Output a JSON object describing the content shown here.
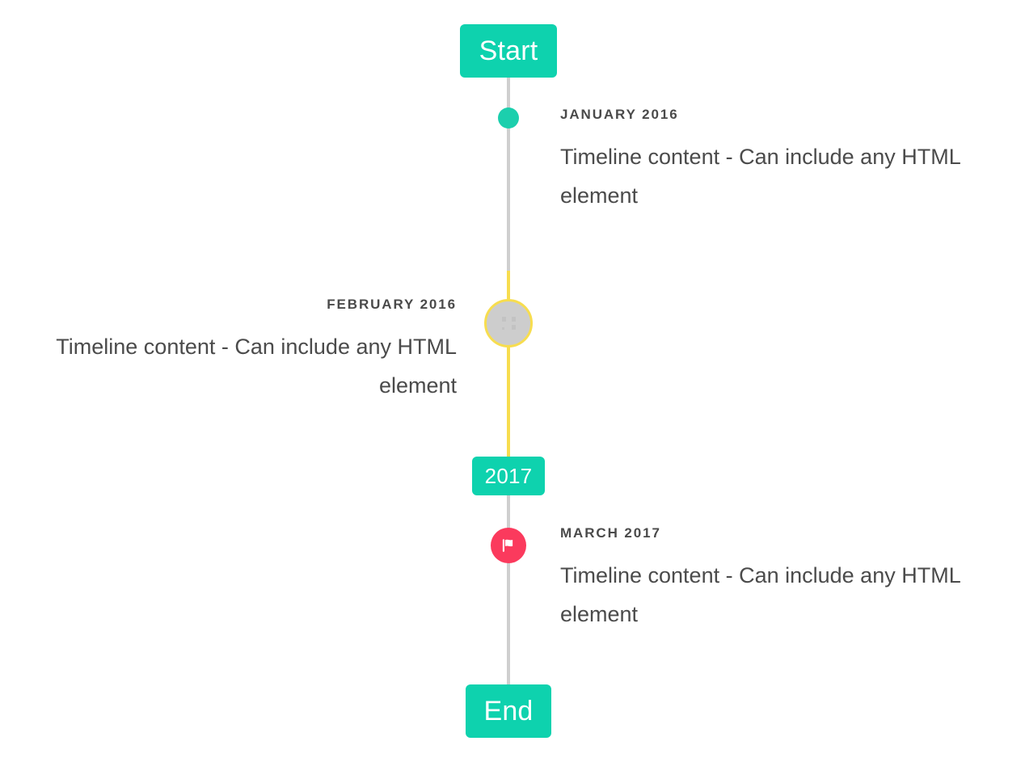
{
  "timeline": {
    "start_label": "Start",
    "end_label": "End",
    "year_label": "2017",
    "colors": {
      "accent": "#0ed2ae",
      "dot": "#1ccfad",
      "active_line": "#f7dd4f",
      "line": "#cfcfcf",
      "flag_badge": "#fb3a5d",
      "image_marker": "#cdcdcd",
      "text": "#4b4b4b"
    },
    "entries": [
      {
        "date": "January 2016",
        "body": "Timeline content - Can include any HTML element",
        "side": "right",
        "marker": "dot-marker"
      },
      {
        "date": "February 2016",
        "body": "Timeline content - Can include any HTML element",
        "side": "left",
        "marker": "image-marker"
      },
      {
        "date": "March 2017",
        "body": "Timeline content - Can include any HTML element",
        "side": "right",
        "marker": "flag-marker"
      }
    ]
  }
}
